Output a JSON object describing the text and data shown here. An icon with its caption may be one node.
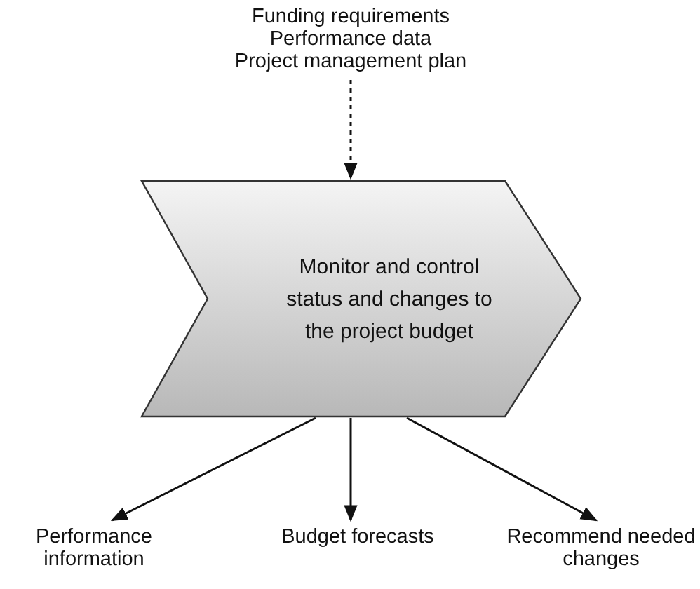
{
  "diagram": {
    "nodes": [
      {
        "text": [
          "Funding requirements",
          "Performance data",
          "Project management plan"
        ]
      },
      {
        "text": [
          "Monitor and control status and changes to the project budget"
        ]
      },
      {
        "text": [
          "Performance information"
        ]
      },
      {
        "text": [
          "Budget forecasts"
        ]
      },
      {
        "text": [
          "Recommend needed changes"
        ]
      }
    ],
    "edges": [
      {
        "from": 0,
        "to": 1,
        "arrow": "to",
        "style": "dashed"
      },
      {
        "from": 1,
        "to": 2,
        "arrow": "to"
      },
      {
        "from": 1,
        "to": 3,
        "arrow": "to"
      },
      {
        "from": 1,
        "to": 4,
        "arrow": "to"
      }
    ]
  }
}
